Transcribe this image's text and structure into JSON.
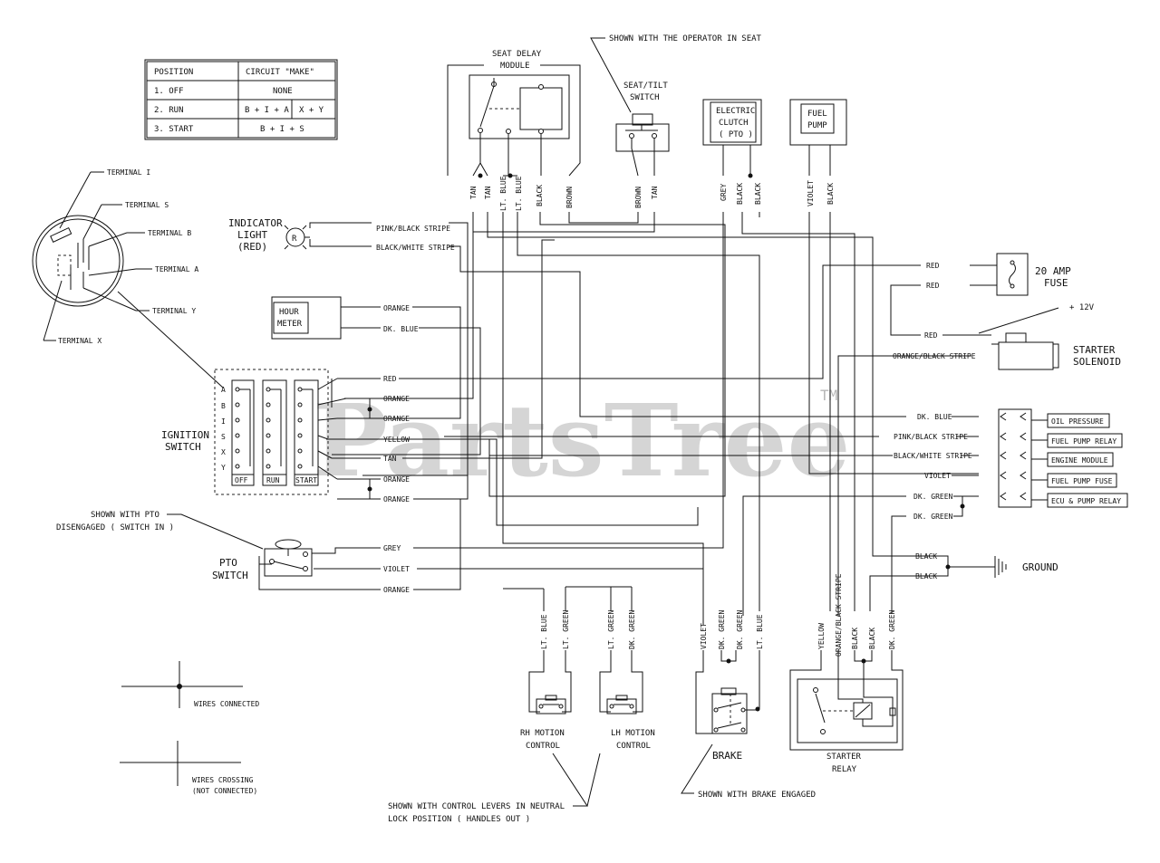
{
  "watermark": {
    "text": "PartsTree",
    "tm": "TM"
  },
  "position_table": {
    "headers": [
      "POSITION",
      "CIRCUIT \"MAKE\""
    ],
    "rows": [
      {
        "position": "1. OFF",
        "circuit": "NONE"
      },
      {
        "position": "2. RUN",
        "circuit": "B + I + A",
        "circuit2": "X + Y"
      },
      {
        "position": "3. START",
        "circuit": "B + I + S"
      }
    ]
  },
  "terminals": [
    "TERMINAL I",
    "TERMINAL S",
    "TERMINAL B",
    "TERMINAL A",
    "TERMINAL Y",
    "TERMINAL X"
  ],
  "components": {
    "seat_delay": [
      "SEAT DELAY",
      "MODULE"
    ],
    "operator_note": "SHOWN WITH THE OPERATOR IN SEAT",
    "seat_switch": [
      "SEAT/TILT",
      "SWITCH"
    ],
    "clutch": [
      "ELECTRIC",
      "CLUTCH",
      "( PTO )"
    ],
    "fuel_pump": [
      "FUEL",
      "PUMP"
    ],
    "indicator": [
      "INDICATOR",
      "LIGHT",
      "(RED)"
    ],
    "indicator_symbol": "R",
    "hour_meter": [
      "HOUR",
      "METER"
    ],
    "ignition": [
      "IGNITION",
      "SWITCH"
    ],
    "ignition_pins": [
      "A",
      "B",
      "I",
      "S",
      "X",
      "Y"
    ],
    "ignition_cols": [
      "OFF",
      "RUN",
      "START"
    ],
    "pto_note": [
      "SHOWN WITH PTO",
      "DISENGAGED ( SWITCH IN )"
    ],
    "pto_switch": [
      "PTO",
      "SWITCH"
    ],
    "fuse": [
      "20 AMP",
      "FUSE"
    ],
    "plus12": "+ 12V",
    "starter_solenoid": [
      "STARTER",
      "SOLENOID"
    ],
    "ground": "GROUND",
    "rh_motion": [
      "RH MOTION",
      "CONTROL"
    ],
    "lh_motion": [
      "LH MOTION",
      "CONTROL"
    ],
    "brake": "BRAKE",
    "starter_relay": [
      "STARTER",
      "RELAY"
    ],
    "brake_note": "SHOWN WITH BRAKE ENGAGED",
    "levers_note": [
      "SHOWN WITH CONTROL LEVERS IN NEUTRAL",
      "LOCK POSITION ( HANDLES OUT )"
    ]
  },
  "connector_labels": [
    "OIL PRESSURE",
    "FUEL PUMP RELAY",
    "ENGINE MODULE",
    "FUEL PUMP FUSE",
    "ECU & PUMP RELAY"
  ],
  "legend": {
    "connected": "WIRES CONNECTED",
    "crossing": [
      "WIRES CROSSING",
      "(NOT CONNECTED)"
    ]
  },
  "wire_labels": {
    "top": [
      "TAN",
      "TAN",
      "LT. BLUE",
      "LT. BLUE",
      "BLACK",
      "BROWN",
      "BROWN",
      "TAN",
      "GREY",
      "BLACK",
      "BLACK",
      "VIOLET",
      "BLACK"
    ],
    "left": [
      "PINK/BLACK STRIPE",
      "BLACK/WHITE STRIPE",
      "ORANGE",
      "DK. BLUE",
      "RED",
      "ORANGE",
      "ORANGE",
      "YELLOW",
      "TAN",
      "ORANGE",
      "ORANGE",
      "GREY",
      "VIOLET",
      "ORANGE"
    ],
    "right": [
      "RED",
      "RED",
      "RED",
      "ORANGE/BLACK STRIPE",
      "DK. BLUE",
      "PINK/BLACK STRIPE",
      "BLACK/WHITE STRIPE",
      "VIOLET",
      "DK. GREEN",
      "DK. GREEN",
      "BLACK",
      "BLACK"
    ],
    "bottom": [
      "LT. BLUE",
      "LT. GREEN",
      "LT. GREEN",
      "DK. GREEN",
      "VIOLET",
      "DK. GREEN",
      "DK. GREEN",
      "LT. BLUE",
      "YELLOW",
      "ORANGE/BLACK STRIPE",
      "BLACK",
      "BLACK",
      "DK. GREEN"
    ]
  }
}
